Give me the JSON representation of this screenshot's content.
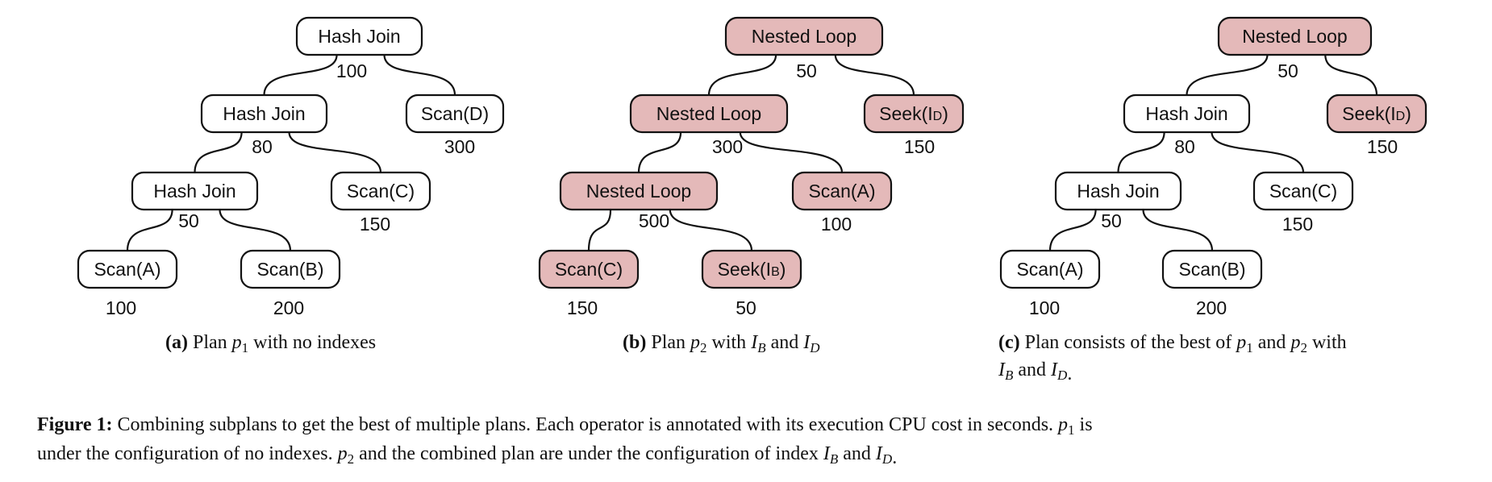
{
  "diagram": {
    "node_fill": "#ffffff",
    "highlight_fill": "#e4b9b9",
    "subplots": [
      {
        "id": "a",
        "caption_tag": "(a)",
        "caption_lines": [
          "Plan p1 with no indexes"
        ],
        "nodes": [
          {
            "id": "a1",
            "label": "Hash Join",
            "cost": "100",
            "highlighted": false
          },
          {
            "id": "a2",
            "label": "Scan(D)",
            "cost": "300",
            "highlighted": false
          },
          {
            "id": "a3",
            "label": "Hash Join",
            "cost": "80",
            "highlighted": false
          },
          {
            "id": "a4",
            "label": "Scan(C)",
            "cost": "150",
            "highlighted": false
          },
          {
            "id": "a5",
            "label": "Hash Join",
            "cost": "50",
            "highlighted": false
          },
          {
            "id": "a6",
            "label": "Scan(A)",
            "cost": "100",
            "highlighted": false
          },
          {
            "id": "a7",
            "label": "Scan(B)",
            "cost": "200",
            "highlighted": false
          }
        ],
        "edges": [
          [
            "a1",
            "a3"
          ],
          [
            "a1",
            "a2"
          ],
          [
            "a3",
            "a5"
          ],
          [
            "a3",
            "a4"
          ],
          [
            "a5",
            "a6"
          ],
          [
            "a5",
            "a7"
          ]
        ]
      },
      {
        "id": "b",
        "caption_tag": "(b)",
        "caption_lines": [
          "Plan p2 with IB and ID"
        ],
        "nodes": [
          {
            "id": "b1",
            "label": "Nested Loop",
            "cost": "50",
            "highlighted": true
          },
          {
            "id": "b2",
            "label": "Seek(ID)",
            "cost": "150",
            "highlighted": true
          },
          {
            "id": "b3",
            "label": "Nested Loop",
            "cost": "300",
            "highlighted": true
          },
          {
            "id": "b4",
            "label": "Scan(A)",
            "cost": "100",
            "highlighted": true
          },
          {
            "id": "b5",
            "label": "Nested Loop",
            "cost": "500",
            "highlighted": true
          },
          {
            "id": "b6",
            "label": "Scan(C)",
            "cost": "150",
            "highlighted": true
          },
          {
            "id": "b7",
            "label": "Seek(IB)",
            "cost": "50",
            "highlighted": true
          }
        ],
        "edges": [
          [
            "b1",
            "b3"
          ],
          [
            "b1",
            "b2"
          ],
          [
            "b3",
            "b5"
          ],
          [
            "b3",
            "b4"
          ],
          [
            "b5",
            "b6"
          ],
          [
            "b5",
            "b7"
          ]
        ]
      },
      {
        "id": "c",
        "caption_tag": "(c)",
        "caption_lines": [
          "Plan consists of the best of p1 and p2 with",
          "IB and ID."
        ],
        "nodes": [
          {
            "id": "c1",
            "label": "Nested Loop",
            "cost": "50",
            "highlighted": true
          },
          {
            "id": "c2",
            "label": "Seek(ID)",
            "cost": "150",
            "highlighted": true
          },
          {
            "id": "c3",
            "label": "Hash Join",
            "cost": "80",
            "highlighted": false
          },
          {
            "id": "c4",
            "label": "Scan(C)",
            "cost": "150",
            "highlighted": false
          },
          {
            "id": "c5",
            "label": "Hash Join",
            "cost": "50",
            "highlighted": false
          },
          {
            "id": "c6",
            "label": "Scan(A)",
            "cost": "100",
            "highlighted": false
          },
          {
            "id": "c7",
            "label": "Scan(B)",
            "cost": "200",
            "highlighted": false
          }
        ],
        "edges": [
          [
            "c1",
            "c3"
          ],
          [
            "c1",
            "c2"
          ],
          [
            "c3",
            "c5"
          ],
          [
            "c3",
            "c4"
          ],
          [
            "c5",
            "c6"
          ],
          [
            "c5",
            "c7"
          ]
        ]
      }
    ]
  },
  "figure_caption": {
    "label": "Figure 1:",
    "lines": [
      "Combining subplans to get the best of multiple plans. Each operator is annotated with its execution CPU cost in seconds. p1 is",
      "under the configuration of no indexes. p2 and the combined plan are under the configuration of index IB and ID."
    ]
  }
}
